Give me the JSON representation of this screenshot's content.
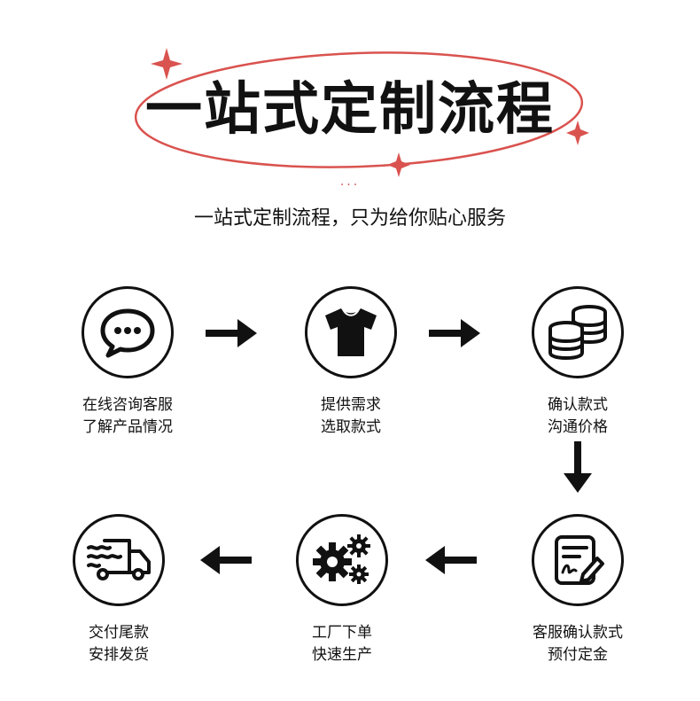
{
  "header": {
    "title": "一站式定制流程",
    "dots": "...",
    "subtitle": "一站式定制流程，只为给你贴心服务",
    "accent_color": "#d9534f"
  },
  "steps": [
    {
      "icon": "chat-bubble-icon",
      "line1": "在线咨询客服",
      "line2": "了解产品情况"
    },
    {
      "icon": "tshirt-icon",
      "line1": "提供需求",
      "line2": "选取款式"
    },
    {
      "icon": "coins-icon",
      "line1": "确认款式",
      "line2": "沟通价格"
    },
    {
      "icon": "contract-sign-icon",
      "line1": "客服确认款式",
      "line2": "预付定金"
    },
    {
      "icon": "gears-icon",
      "line1": "工厂下单",
      "line2": "快速生产"
    },
    {
      "icon": "delivery-truck-icon",
      "line1": "交付尾款",
      "line2": "安排发货"
    }
  ]
}
